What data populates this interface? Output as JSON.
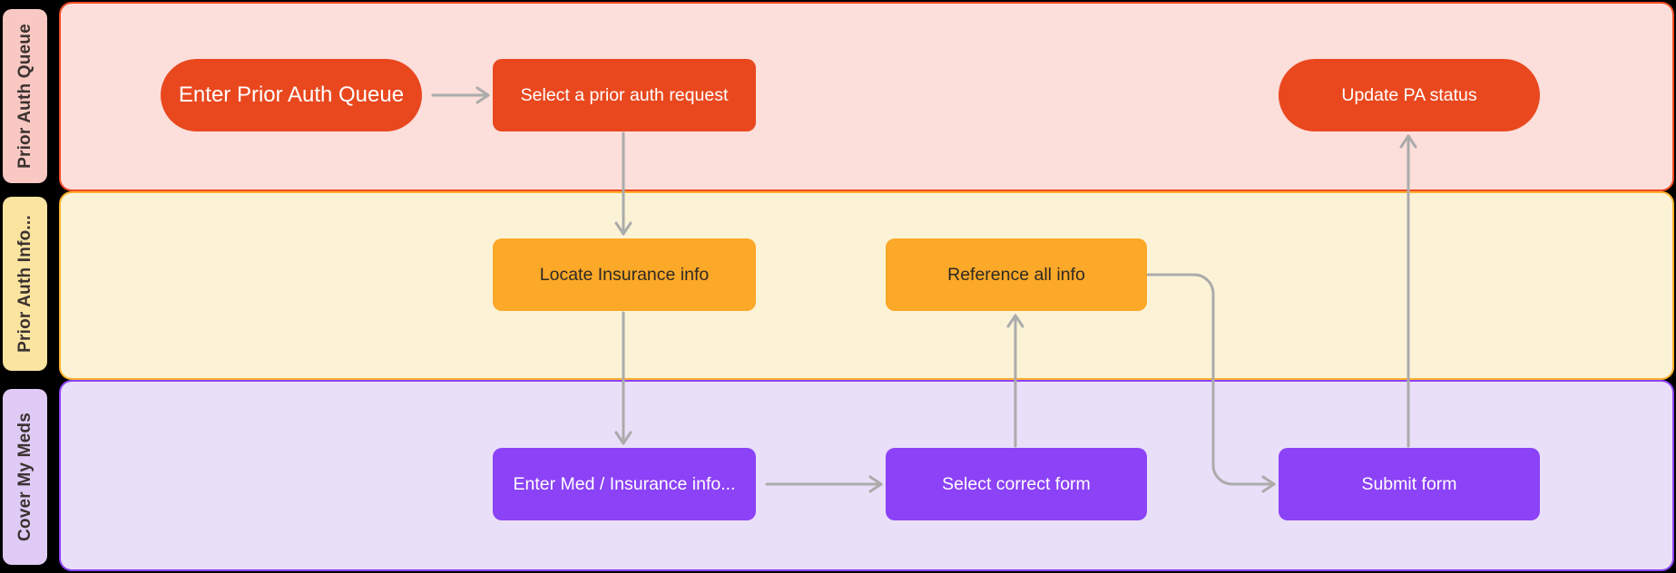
{
  "canvas": {
    "background": "#000000",
    "arrow_color": "#ABABAB"
  },
  "lanes": [
    {
      "label": "Prior Auth Queue",
      "tab_bg": "#F9C8C3",
      "body_bg": "#FCDEDA",
      "border": "#F04B23"
    },
    {
      "label": "Prior Auth Info...",
      "tab_bg": "#FBE3A0",
      "body_bg": "#FCF3D7",
      "border": "#FFB12E"
    },
    {
      "label": "Cover My Meds",
      "tab_bg": "#E0CBF7",
      "body_bg": "#EADFF8",
      "border": "#8C42F6"
    }
  ],
  "nodes": [
    {
      "id": "enter-prior-auth-queue",
      "label": "Enter Prior Auth Queue",
      "shape": "pill",
      "fill": "#E9481F",
      "text_color": "#FFFFFF",
      "lane": "Prior Auth Queue"
    },
    {
      "id": "select-prior-auth-request",
      "label": "Select a prior auth request",
      "shape": "rect",
      "fill": "#E9481F",
      "text_color": "#FFFFFF",
      "lane": "Prior Auth Queue"
    },
    {
      "id": "update-pa-status",
      "label": "Update PA status",
      "shape": "pill",
      "fill": "#E9481F",
      "text_color": "#FFFFFF",
      "lane": "Prior Auth Queue"
    },
    {
      "id": "locate-insurance-info",
      "label": "Locate Insurance info",
      "shape": "rect",
      "fill": "#FCA828",
      "text_color": "#2E2A24",
      "lane": "Prior Auth Info..."
    },
    {
      "id": "reference-all-info",
      "label": "Reference all info",
      "shape": "rect",
      "fill": "#FCA828",
      "text_color": "#2E2A24",
      "lane": "Prior Auth Info..."
    },
    {
      "id": "enter-med-insurance-info",
      "label": "Enter Med / Insurance info...",
      "shape": "rect",
      "fill": "#8C42F6",
      "text_color": "#FFFFFF",
      "lane": "Cover My Meds"
    },
    {
      "id": "select-correct-form",
      "label": "Select correct form",
      "shape": "rect",
      "fill": "#8C42F6",
      "text_color": "#FFFFFF",
      "lane": "Cover My Meds"
    },
    {
      "id": "submit-form",
      "label": "Submit form",
      "shape": "rect",
      "fill": "#8C42F6",
      "text_color": "#FFFFFF",
      "lane": "Cover My Meds"
    }
  ],
  "connectors": [
    {
      "from": "enter-prior-auth-queue",
      "to": "select-prior-auth-request"
    },
    {
      "from": "select-prior-auth-request",
      "to": "locate-insurance-info"
    },
    {
      "from": "locate-insurance-info",
      "to": "enter-med-insurance-info"
    },
    {
      "from": "enter-med-insurance-info",
      "to": "select-correct-form"
    },
    {
      "from": "select-correct-form",
      "to": "reference-all-info"
    },
    {
      "from": "reference-all-info",
      "to": "submit-form"
    },
    {
      "from": "submit-form",
      "to": "update-pa-status"
    }
  ]
}
